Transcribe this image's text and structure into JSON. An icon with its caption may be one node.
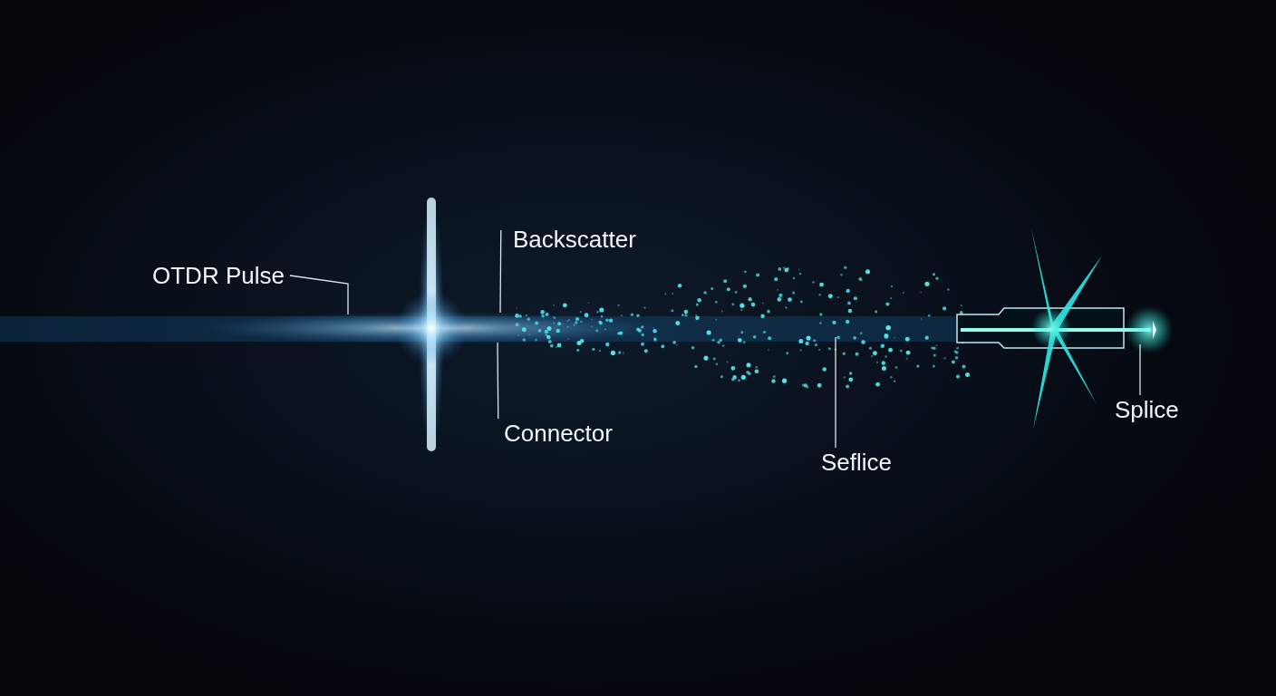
{
  "diagram": {
    "nodes": [
      {
        "text": [
          "OTDR Pulse"
        ]
      },
      {
        "text": [
          "Backscatter"
        ]
      },
      {
        "text": [
          "Connector"
        ]
      },
      {
        "text": [
          "Seflice"
        ]
      },
      {
        "text": [
          "Splice"
        ]
      }
    ],
    "edges": [
      {
        "from": 0,
        "to": null,
        "arrow": "none"
      },
      {
        "from": 1,
        "to": null,
        "arrow": "none"
      },
      {
        "from": 2,
        "to": null,
        "arrow": "none"
      },
      {
        "from": 3,
        "to": null,
        "arrow": "none"
      },
      {
        "from": 4,
        "to": null,
        "arrow": "none"
      }
    ]
  }
}
